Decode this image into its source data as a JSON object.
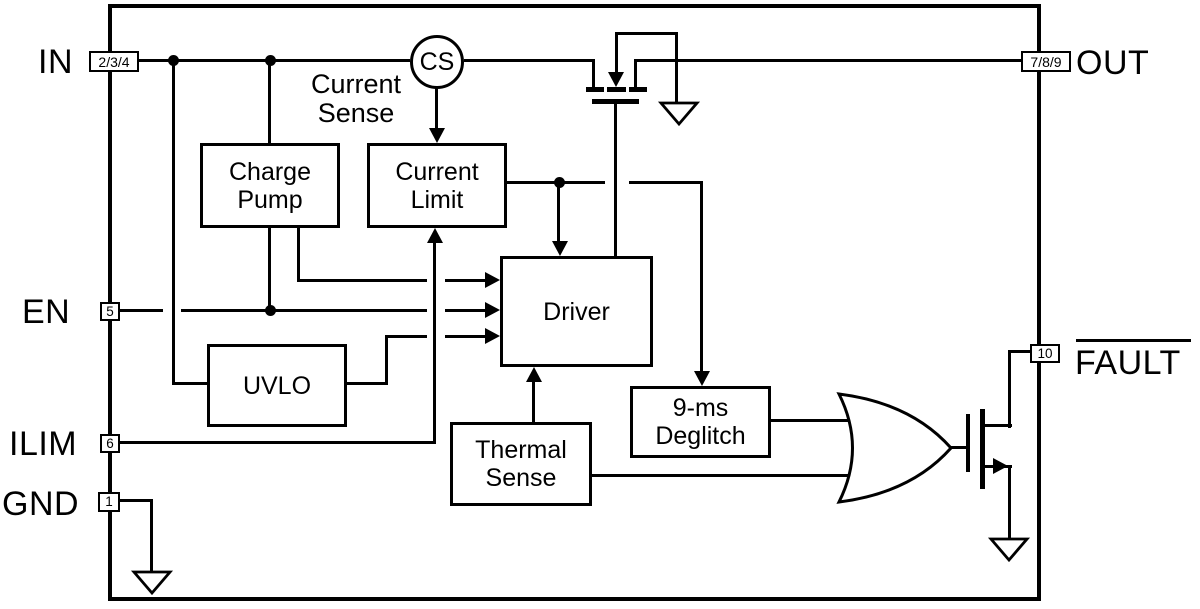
{
  "pins": {
    "in": {
      "name": "IN",
      "num": "2/3/4"
    },
    "en": {
      "name": "EN",
      "num": "5"
    },
    "ilim": {
      "name": "ILIM",
      "num": "6"
    },
    "gnd": {
      "name": "GND",
      "num": "1"
    },
    "out": {
      "name": "OUT",
      "num": "7/8/9"
    },
    "fault": {
      "name": "FAULT",
      "num": "10",
      "overline": true
    }
  },
  "blocks": {
    "charge_pump": {
      "l1": "Charge",
      "l2": "Pump"
    },
    "current_limit": {
      "l1": "Current",
      "l2": "Limit"
    },
    "uvlo": {
      "l1": "UVLO"
    },
    "driver": {
      "l1": "Driver"
    },
    "thermal_sense": {
      "l1": "Thermal",
      "l2": "Sense"
    },
    "deglitch": {
      "l1": "9-ms",
      "l2": "Deglitch"
    }
  },
  "annotations": {
    "cs_bubble": "CS",
    "current_sense": {
      "l1": "Current",
      "l2": "Sense"
    }
  },
  "icons": {
    "ground_symbol": "open triangle pointing down",
    "or_gate": "2-input OR gate",
    "nmos_pass_fet": "power MOSFET between IN and OUT",
    "nmos_fault_fet": "open-drain MOSFET on FAULT output"
  },
  "colors": {
    "line": "#000000",
    "background": "#ffffff"
  }
}
